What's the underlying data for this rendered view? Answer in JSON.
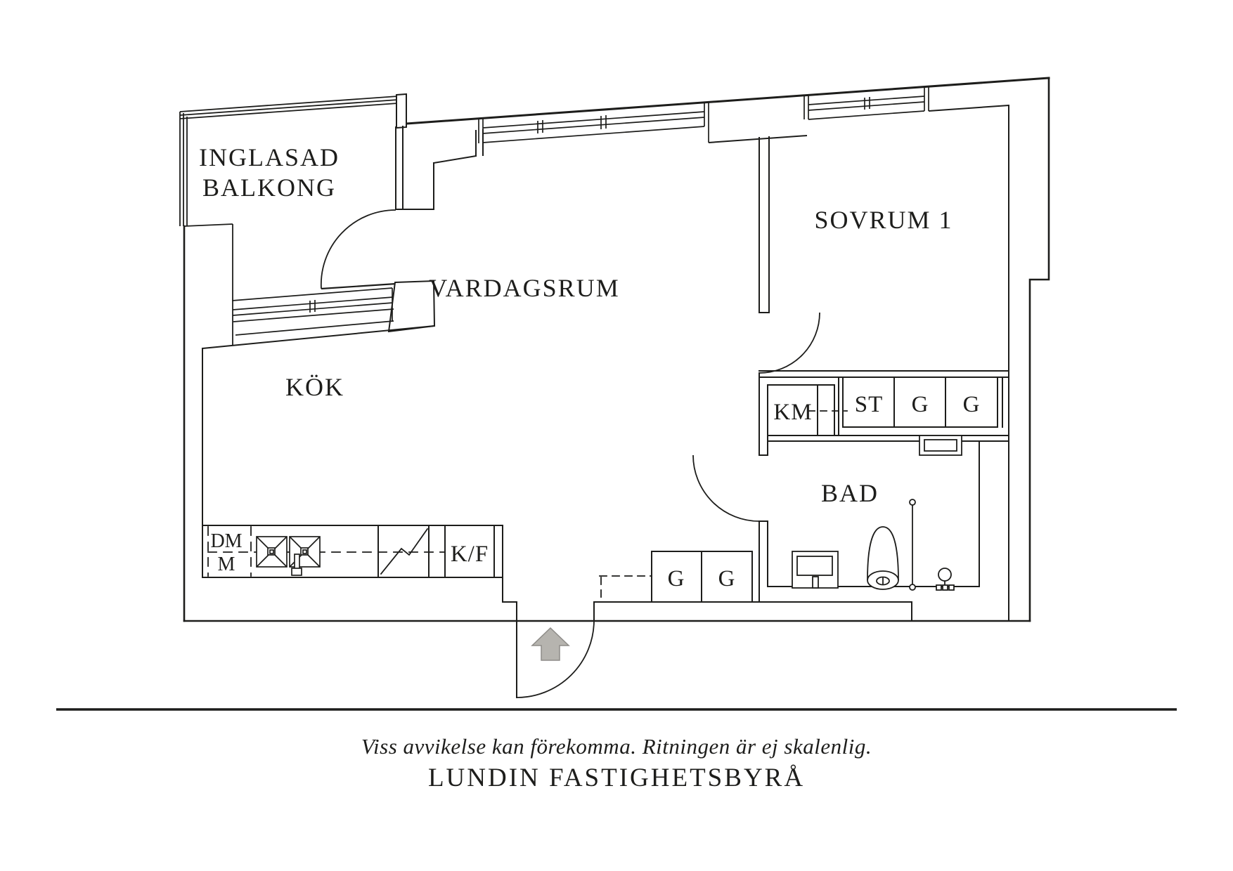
{
  "canvas": {
    "background": "#ffffff",
    "ink": "#1d1d1b",
    "arrow_color": "#b6b4af"
  },
  "rooms": {
    "balcony_line1": "INGLASAD",
    "balcony_line2": "BALKONG",
    "living": "VARDAGSRUM",
    "kitchen": "KÖK",
    "bedroom": "SOVRUM 1",
    "bathroom": "BAD"
  },
  "closets": {
    "km": "KM",
    "st": "ST",
    "g1": "G",
    "g2": "G",
    "hall_g1": "G",
    "hall_g2": "G"
  },
  "appliances": {
    "dm": "DM",
    "m": "M",
    "kf": "K/F"
  },
  "footer": {
    "disclaimer": "Viss avvikelse kan förekomma. Ritningen är ej skalenlig.",
    "brand": "LUNDIN FASTIGHETSBYRÅ"
  }
}
